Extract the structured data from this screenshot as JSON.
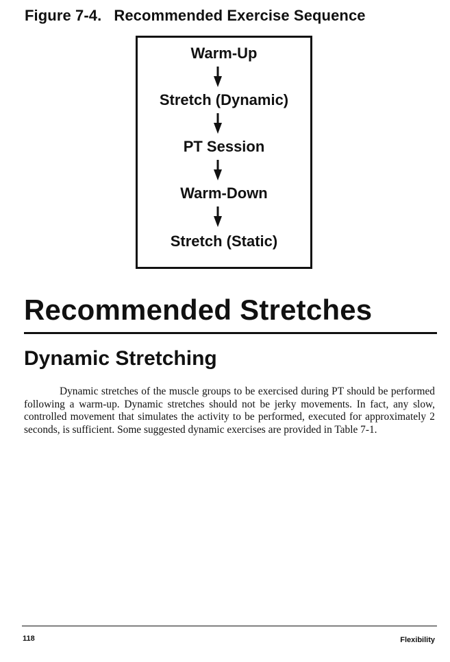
{
  "figure": {
    "label": "Figure 7-4.",
    "title": "Recommended Exercise Sequence",
    "steps": [
      "Warm-Up",
      "Stretch (Dynamic)",
      "PT Session",
      "Warm-Down",
      "Stretch (Static)"
    ]
  },
  "section": {
    "heading": "Recommended Stretches",
    "subheading": "Dynamic Stretching",
    "paragraph": "Dynamic stretches of the muscle groups to be exercised during PT should be performed following a warm-up. Dynamic stretches should not be jerky movements. In fact, any slow, controlled movement that simulates the activity to be performed, executed for approximately 2 seconds, is sufficient. Some suggested dynamic exercises are provided in Table 7-1."
  },
  "footer": {
    "page_number": "118",
    "section_name": "Flexibility"
  }
}
